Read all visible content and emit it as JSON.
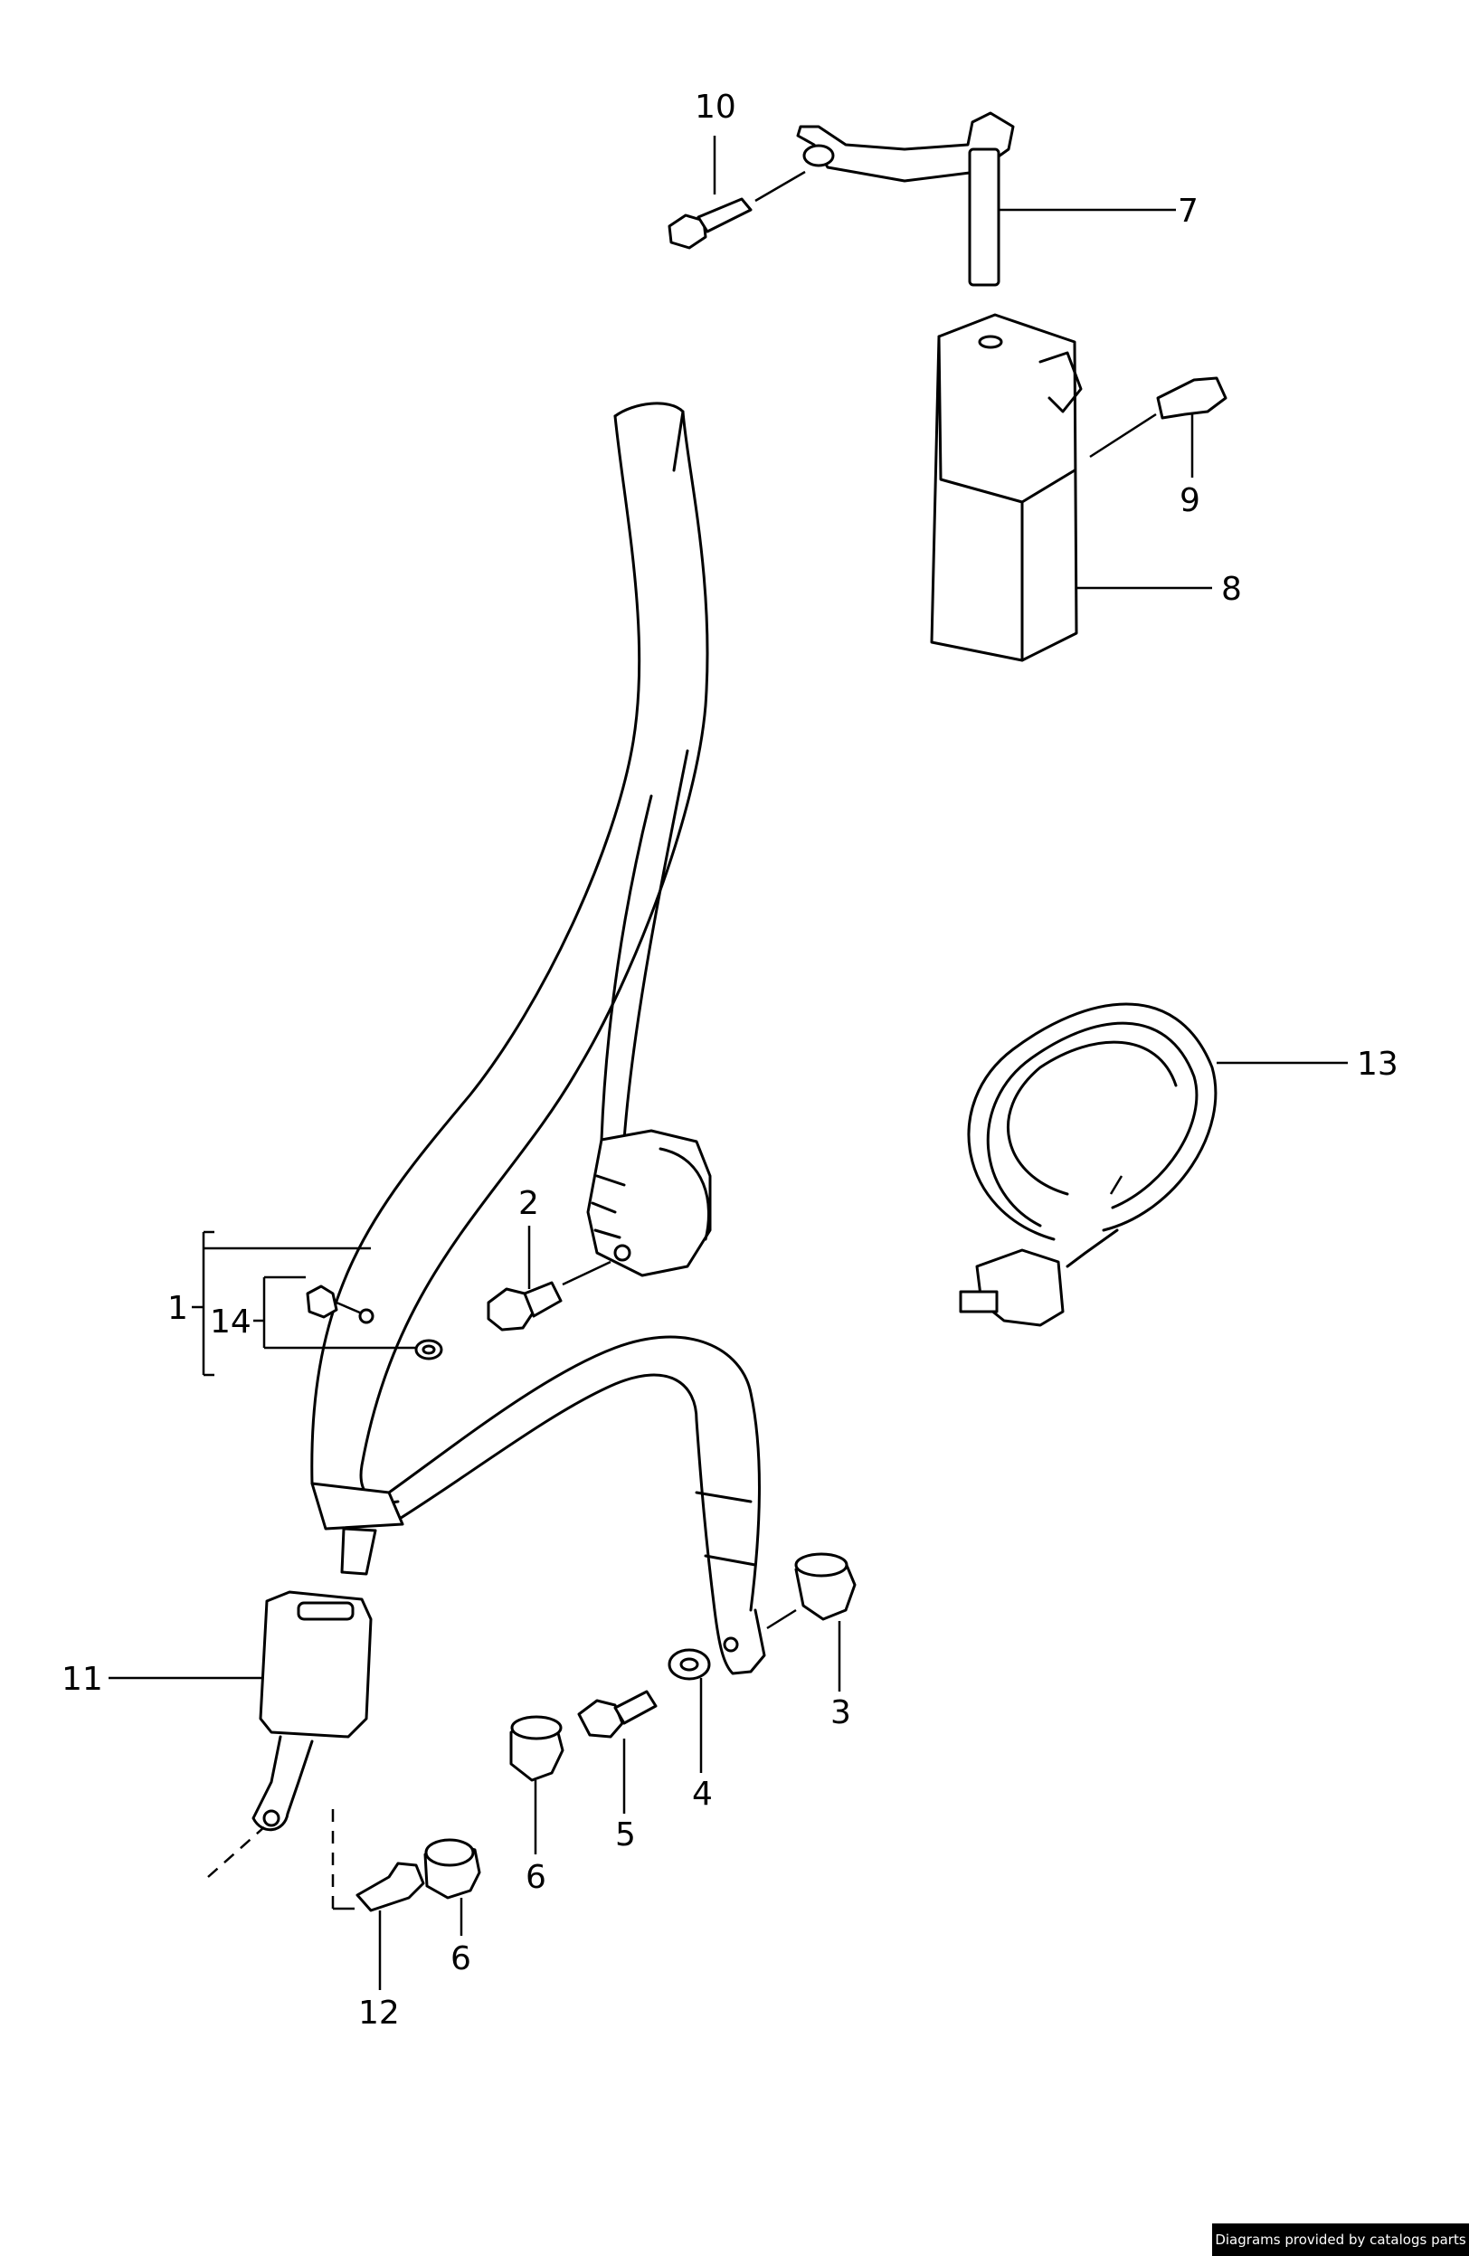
{
  "diagram": {
    "callouts": [
      {
        "id": "1",
        "label": "1"
      },
      {
        "id": "2",
        "label": "2"
      },
      {
        "id": "3",
        "label": "3"
      },
      {
        "id": "4",
        "label": "4"
      },
      {
        "id": "5",
        "label": "5"
      },
      {
        "id": "6a",
        "label": "6"
      },
      {
        "id": "6b",
        "label": "6"
      },
      {
        "id": "7",
        "label": "7"
      },
      {
        "id": "8",
        "label": "8"
      },
      {
        "id": "9",
        "label": "9"
      },
      {
        "id": "10",
        "label": "10"
      },
      {
        "id": "11",
        "label": "11"
      },
      {
        "id": "12",
        "label": "12"
      },
      {
        "id": "13",
        "label": "13"
      },
      {
        "id": "14",
        "label": "14"
      }
    ]
  },
  "footer": {
    "credit": "Diagrams provided by catalogs parts"
  }
}
